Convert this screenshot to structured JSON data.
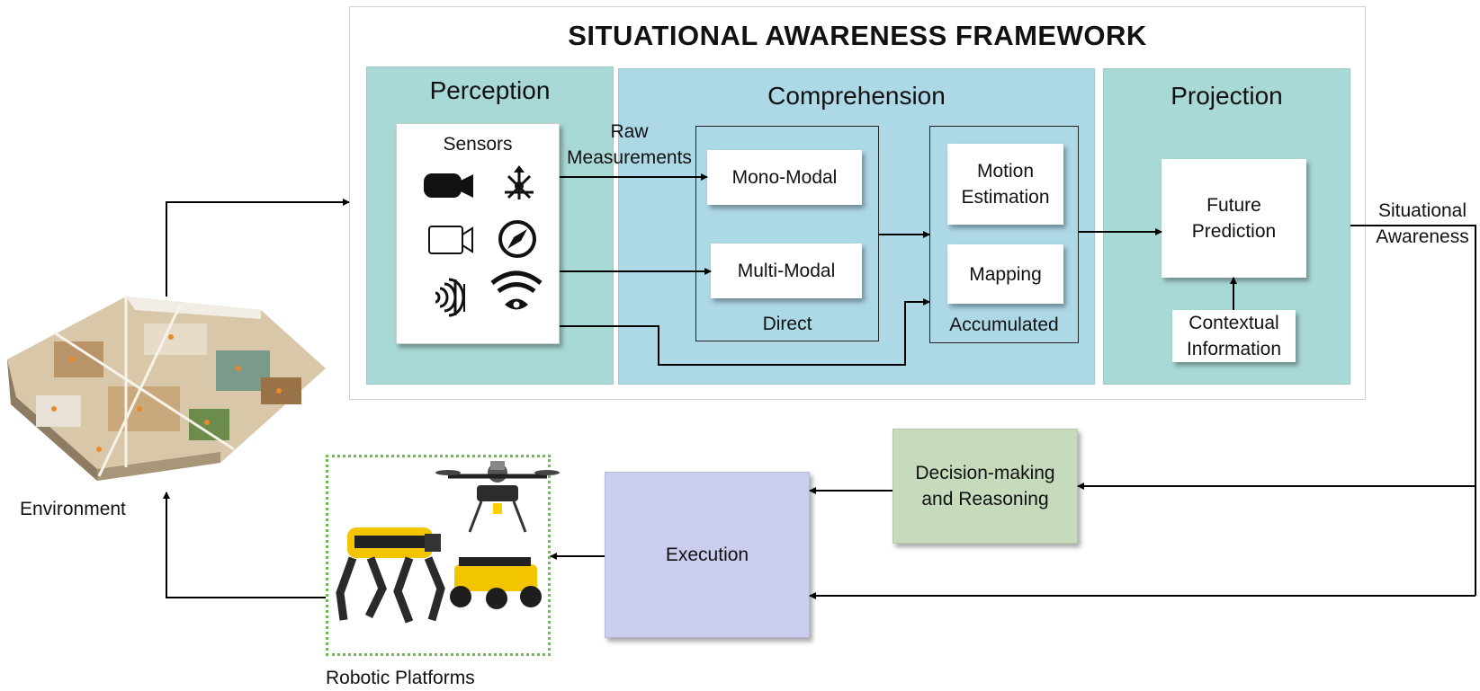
{
  "framework": {
    "title": "SITUATIONAL AWARENESS FRAMEWORK",
    "perception": {
      "title": "Perception",
      "sensors_label": "Sensors",
      "sensor_icons": [
        "camera-solid-icon",
        "imu-icon",
        "camera-outline-icon",
        "compass-icon",
        "rfid-icon",
        "wifi-eye-icon"
      ]
    },
    "comprehension": {
      "title": "Comprehension",
      "raw_measurements": "Raw\nMeasurements",
      "mono_modal": "Mono-Modal",
      "multi_modal": "Multi-Modal",
      "direct": "Direct",
      "motion_estimation": "Motion\nEstimation",
      "mapping": "Mapping",
      "accumulated": "Accumulated"
    },
    "projection": {
      "title": "Projection",
      "future_prediction": "Future\nPrediction",
      "contextual_information": "Contextual\nInformation"
    }
  },
  "outputs": {
    "situational_awareness": "Situational\nAwareness",
    "decision_making": "Decision-making\nand Reasoning",
    "execution": "Execution",
    "robotic_platforms": "Robotic Platforms",
    "environment": "Environment"
  },
  "colors": {
    "perception_bg": "#a9d9d6",
    "comprehension_bg": "#add8e6",
    "projection_bg": "#a9d9d6",
    "decision_bg": "#c5dbbb",
    "execution_bg": "#cacdee",
    "robot_border": "#6abf4b"
  }
}
